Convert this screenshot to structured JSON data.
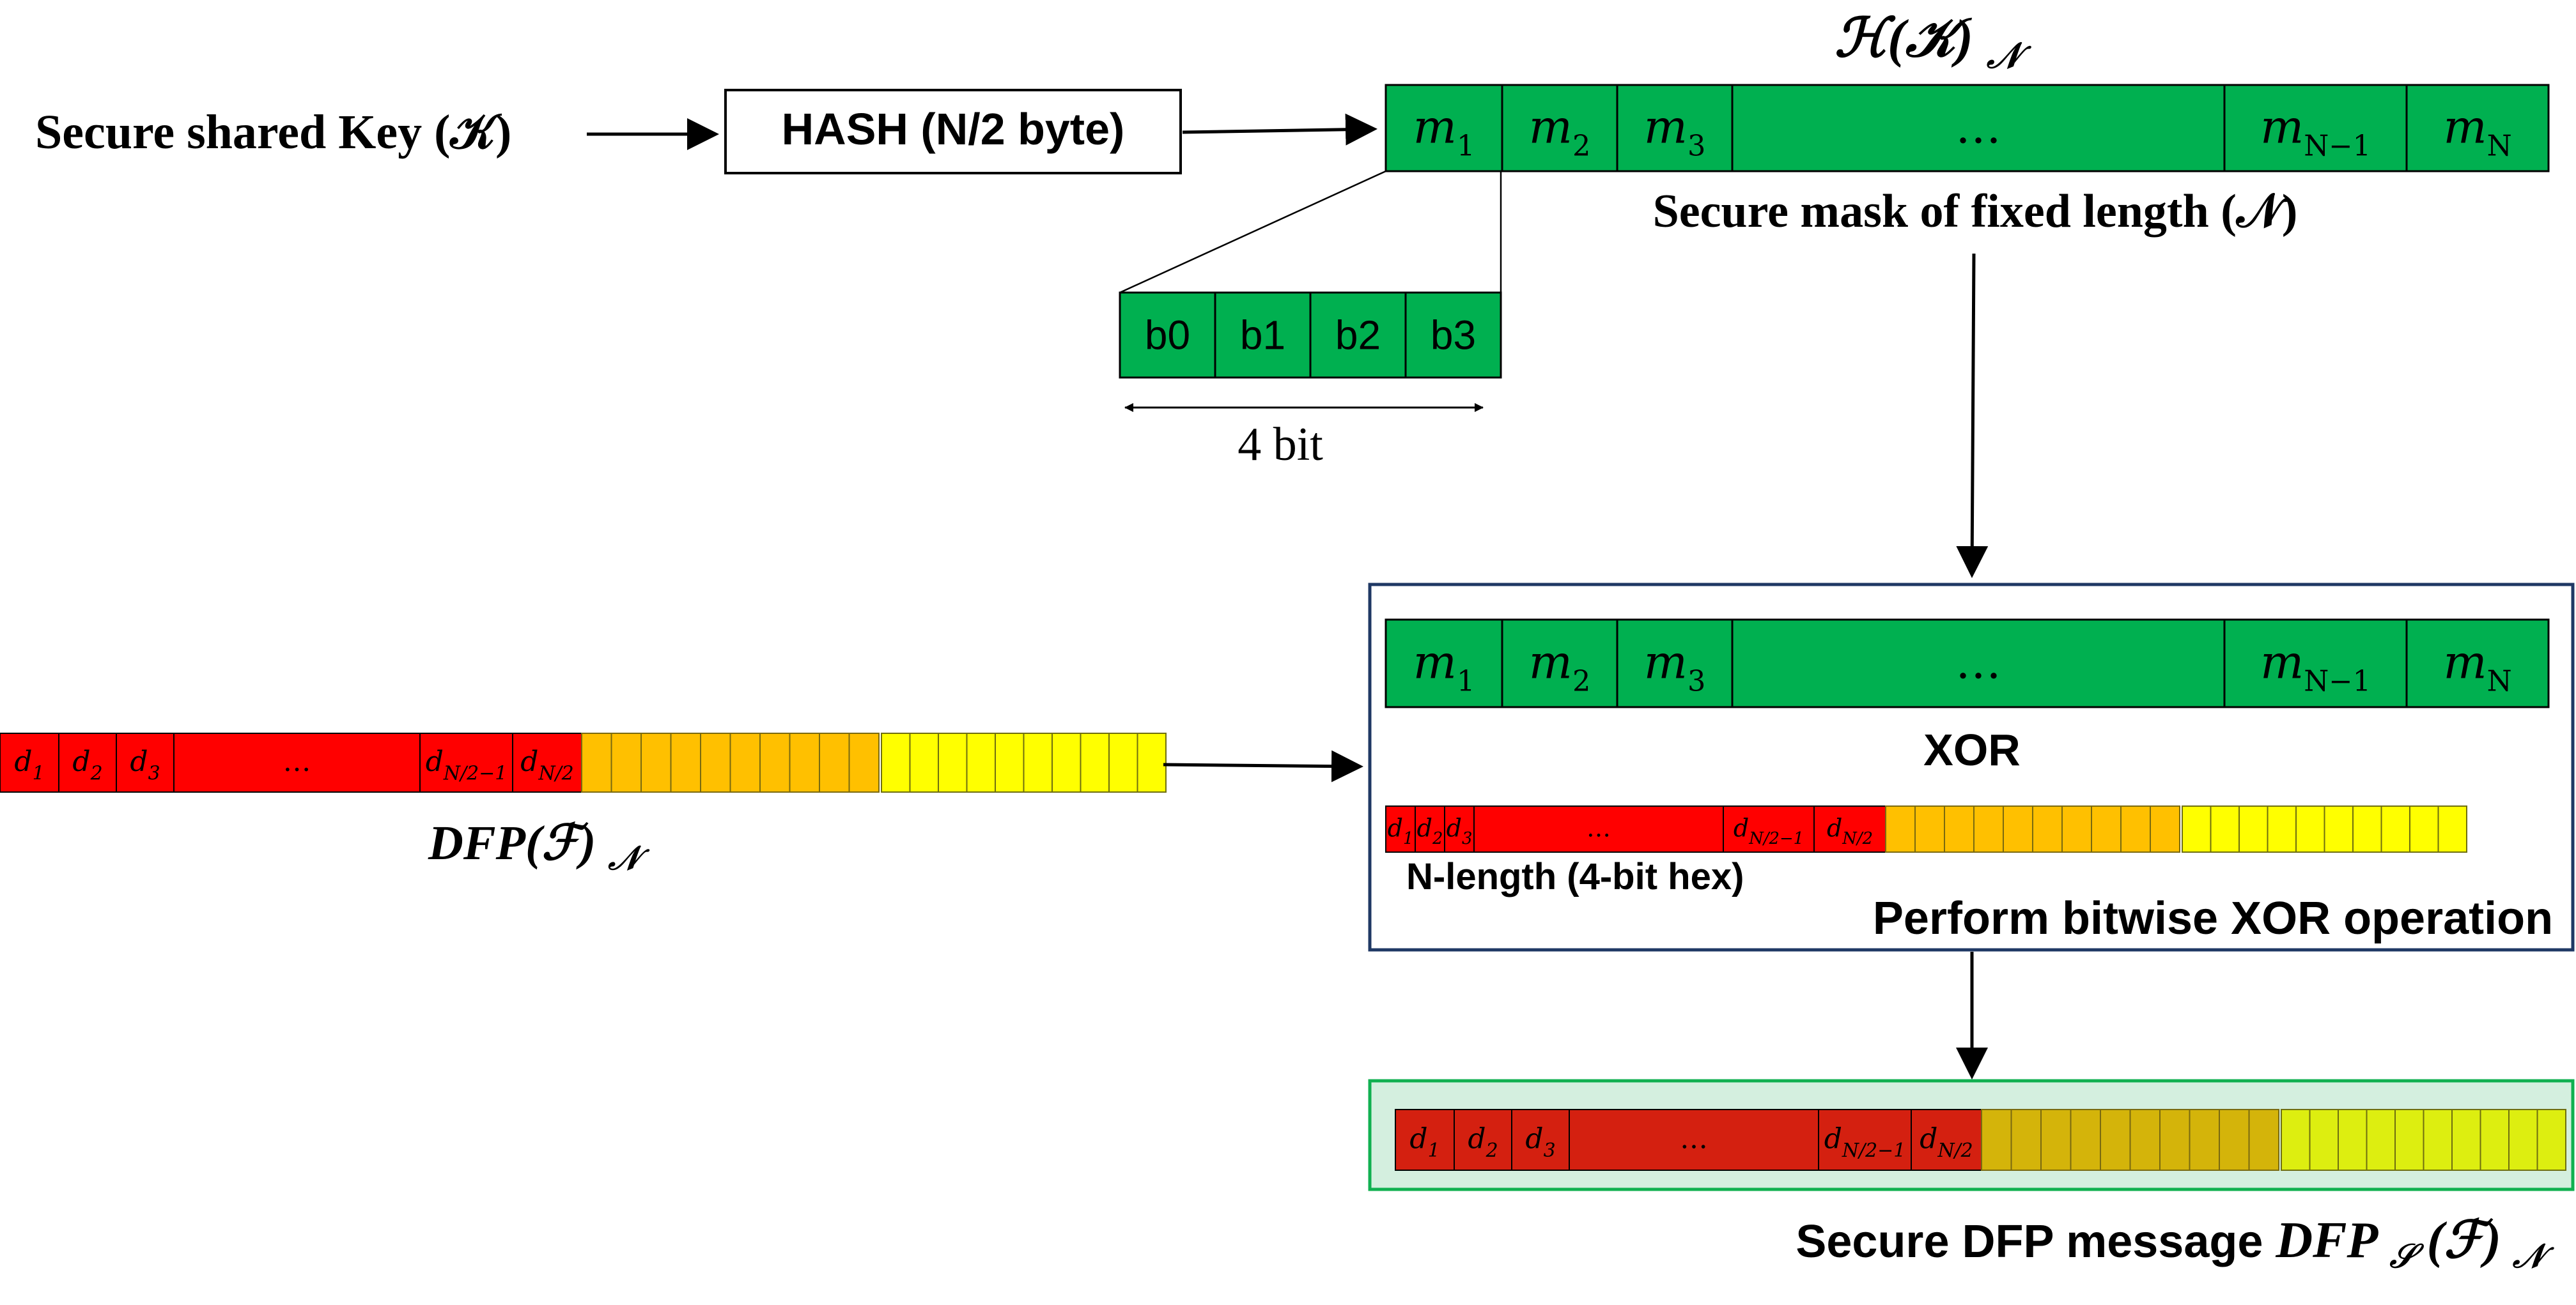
{
  "colors": {
    "mask_green": "#00b050",
    "red": "#ff0000",
    "orange": "#ffc000",
    "yellow": "#ffff00",
    "secure_red": "#d42010",
    "secure_orange": "#d4b40a",
    "secure_yellow": "#ddee10",
    "secure_panel_bg": "#d4efdf",
    "secure_panel_border": "#10b050",
    "xor_panel_border": "#1f3864",
    "stroke": "#000000"
  },
  "labels": {
    "key_label": "Secure shared Key (𝒦)",
    "hash_box": "HASH (N/2 byte)",
    "mask_title": "ℋ(𝒦)",
    "mask_title_sub": "𝒩",
    "mask_caption": "Secure mask of fixed length (𝒩)",
    "bit_width": "4 bit",
    "dfp_label": "DFP(ℱ)",
    "dfp_label_sub": "𝒩",
    "xor_label": "XOR",
    "n_length": "N-length (4-bit hex)",
    "xor_caption": "Perform bitwise XOR operation",
    "secure_caption_prefix": "Secure DFP message ",
    "secure_caption_math": "DFP",
    "secure_caption_sub_s": "𝒮",
    "secure_caption_math2": "(ℱ)",
    "secure_caption_sub_n": "𝒩"
  },
  "mask_cells": [
    {
      "main": "m",
      "sub": "1"
    },
    {
      "main": "m",
      "sub": "2"
    },
    {
      "main": "m",
      "sub": "3"
    },
    {
      "main": "…",
      "sub": ""
    },
    {
      "main": "m",
      "sub": "N−1"
    },
    {
      "main": "m",
      "sub": "N"
    }
  ],
  "bit_cells": [
    "b0",
    "b1",
    "b2",
    "b3"
  ],
  "dfp_cells": [
    {
      "main": "d",
      "sub": "1"
    },
    {
      "main": "d",
      "sub": "2"
    },
    {
      "main": "d",
      "sub": "3"
    },
    {
      "main": "…",
      "sub": ""
    },
    {
      "main": "d",
      "sub": "N/2−1"
    },
    {
      "main": "d",
      "sub": "N/2"
    }
  ]
}
